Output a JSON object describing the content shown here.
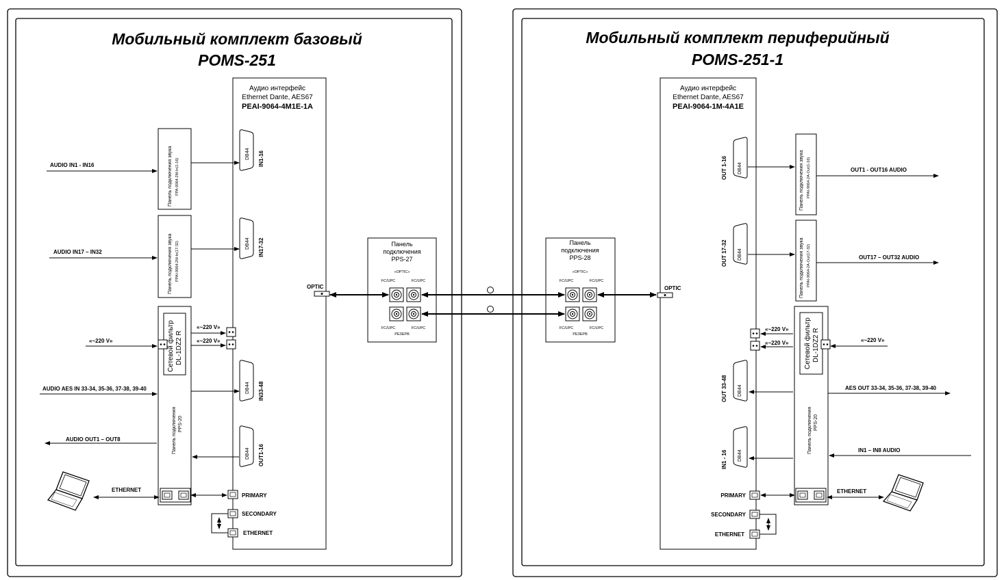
{
  "left": {
    "title_line1": "Мобильный комплект базовый",
    "title_line2": "POMS-251",
    "interface": {
      "line1": "Аудио интерфейс",
      "line2": "Ethernet Dante, AES67",
      "model": "PEAI-9064-4M1E-1A"
    },
    "panel1": {
      "line1": "Панель подключения звука",
      "line2": "PPA-9064-2M-In(1-16)"
    },
    "panel2": {
      "line1": "Панель подключения звука",
      "line2": "PPAI-9064-2M-In(17-32)"
    },
    "filter": {
      "line1": "Сетевой фильтр",
      "line2": "DL-1DZ2 R"
    },
    "pps": {
      "line1": "Панель подключения",
      "line2": "PPS-20"
    },
    "connectors": {
      "db1": "DB44",
      "db1_port": "IN1-16",
      "db2": "DB44",
      "db2_port": "IN17-32",
      "db3": "DB44",
      "db3_port": "IN33-48",
      "db4": "DB44",
      "db4_port": "OUT1-16"
    },
    "inputs": {
      "audio1": "AUDIO  IN1 - IN16",
      "audio2": "AUDIO   IN17 – IN32",
      "power": "«~220 V»",
      "power_a": "«~220 V»",
      "power_b": "«~220 V»",
      "aes": "AUDIO AES IN   33-34, 35-36, 37-38, 39-40",
      "out": "AUDIO  OUT1 – OUT8",
      "ethernet": "ETHERNET"
    },
    "optic": "OPTIC",
    "net": {
      "primary": "PRIMARY",
      "secondary": "SECONDARY",
      "ethernet": "ETHERNET"
    }
  },
  "right": {
    "title_line1": "Мобильный комплект периферийный",
    "title_line2": "POMS-251-1",
    "interface": {
      "line1": "Аудио интерфейс",
      "line2": "Ethernet Dante, AES67",
      "model": "PEAI-9064-1M-4A1E"
    },
    "panel1": {
      "line1": "Панель подключения звука",
      "line2": "PPAI-9064-2A-Out(1-16)"
    },
    "panel2": {
      "line1": "Панель подключения звука",
      "line2": "PPAI-9064-2A-Out(17-32)"
    },
    "filter": {
      "line1": "Сетевой фильтр",
      "line2": "DL-1DZ2 R"
    },
    "pps": {
      "line1": "Панель подключения",
      "line2": "PPS-20"
    },
    "connectors": {
      "db1": "DB44",
      "db1_port": "OUT 1-16",
      "db2": "DB44",
      "db2_port": "OUT 17-32",
      "db3": "DB44",
      "db3_port": "OUT 33-48",
      "db4": "DB44",
      "db4_port": "IN1 - 16"
    },
    "outputs": {
      "audio1": "OUT1 - OUT16 AUDIO",
      "audio2": "OUT17 – OUT32  AUDIO",
      "power": "«~220 V»",
      "power_a": "«~220 V»",
      "power_b": "«~220 V»",
      "aes": "AES OUT 33-34, 35-36, 37-38, 39-40",
      "in": "IN1 – IN8  AUDIO",
      "ethernet": "ETHERNET"
    },
    "optic": "OPTIC",
    "net": {
      "primary": "PRIMARY",
      "secondary": "SECONDARY",
      "ethernet": "ETHERNET"
    }
  },
  "pps27": {
    "line1": "Панель",
    "line2": "подключения",
    "line3": "PPS-27",
    "optic": "«OPTIC»",
    "c1": "FC/UPC",
    "c2": "FC/UPC",
    "c3": "FC/UPC",
    "c4": "FC/UPC",
    "reserve": "РЕЗЕРВ"
  },
  "pps28": {
    "line1": "Панель",
    "line2": "подключения",
    "line3": "PPS-28",
    "optic": "«OPTIC»",
    "c1": "FC/UPC",
    "c2": "FC/UPC",
    "c3": "FC/UPC",
    "c4": "FC/UPC",
    "reserve": "РЕЗЕРВ"
  }
}
